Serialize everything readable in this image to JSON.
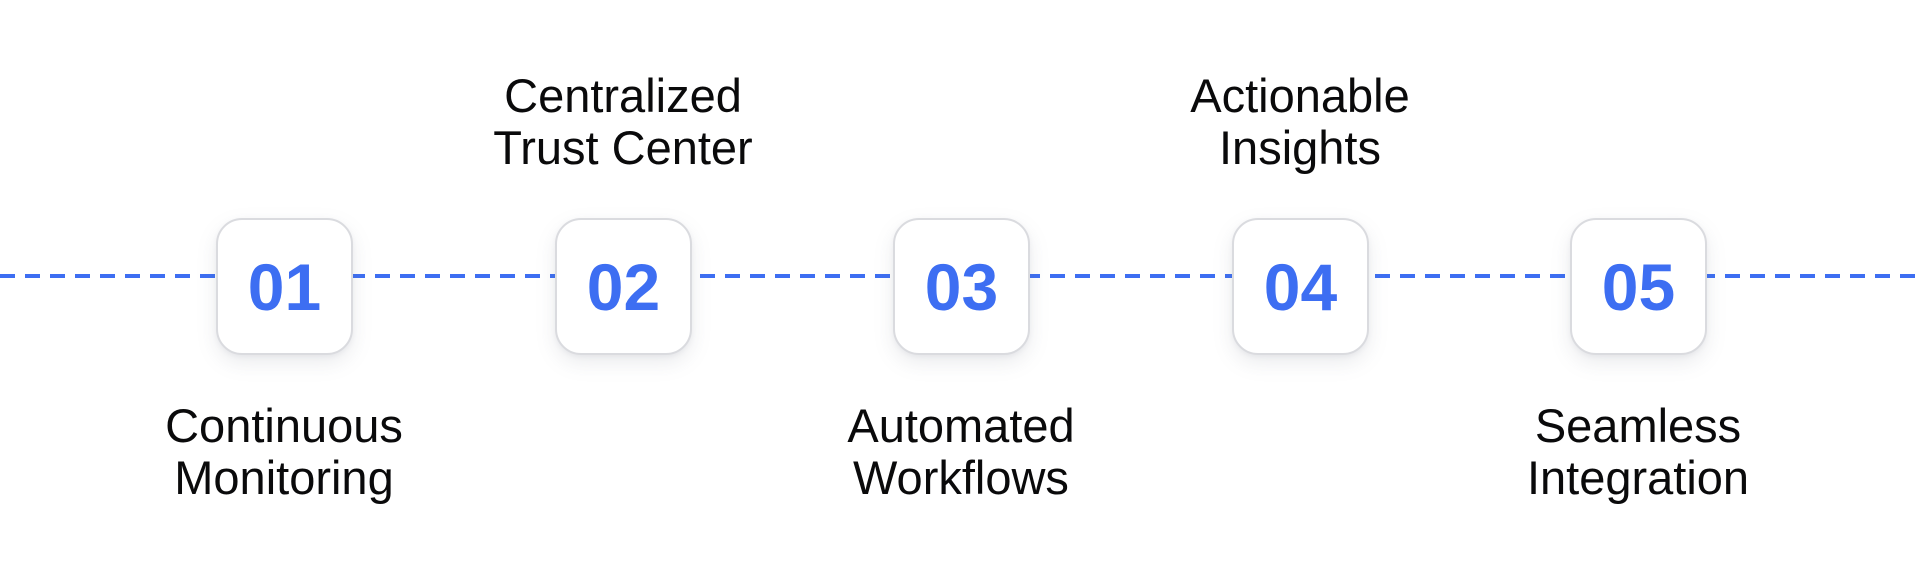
{
  "colors": {
    "accent": "#3d6ef2",
    "label_text": "#0a0a0b",
    "box_border": "#dadbdf",
    "background": "#ffffff"
  },
  "timeline": {
    "type": "horizontal-step-timeline",
    "line_style": "dashed",
    "steps": [
      {
        "number": "01",
        "label": "Continuous Monitoring",
        "lines": [
          "Continuous",
          "Monitoring"
        ],
        "label_position": "below"
      },
      {
        "number": "02",
        "label": "Centralized Trust Center",
        "lines": [
          "Centralized",
          "Trust Center"
        ],
        "label_position": "above"
      },
      {
        "number": "03",
        "label": "Automated Workflows",
        "lines": [
          "Automated",
          "Workflows"
        ],
        "label_position": "below"
      },
      {
        "number": "04",
        "label": "Actionable Insights",
        "lines": [
          "Actionable",
          "Insights"
        ],
        "label_position": "above"
      },
      {
        "number": "05",
        "label": "Seamless Integration",
        "lines": [
          "Seamless",
          "Integration"
        ],
        "label_position": "below"
      }
    ]
  }
}
